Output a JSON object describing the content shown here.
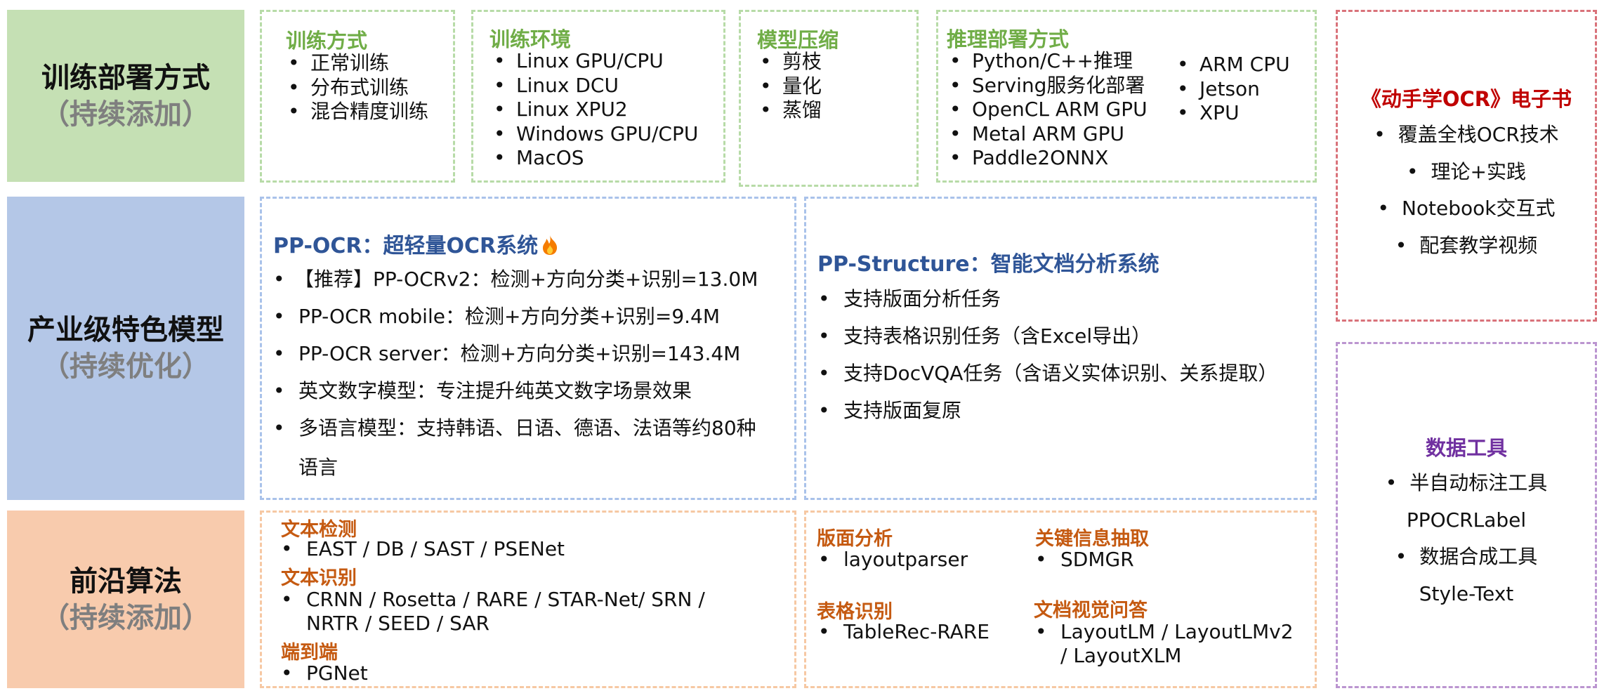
{
  "categories": {
    "deploy": {
      "title": "训练部署方式",
      "note": "（持续添加）",
      "color": "#c5e0b4"
    },
    "industrial": {
      "title": "产业级特色模型",
      "note": "（持续优化）",
      "color": "#b4c7e7"
    },
    "frontier": {
      "title": "前沿算法",
      "note": "（持续添加）",
      "color": "#f8cbad"
    }
  },
  "training_mode": {
    "title": "训练方式",
    "items": [
      "正常训练",
      "分布式训练",
      "混合精度训练"
    ]
  },
  "training_env": {
    "title": "训练环境",
    "items": [
      "Linux GPU/CPU",
      "Linux DCU",
      "Linux XPU2",
      "Windows GPU/CPU",
      "MacOS"
    ]
  },
  "compression": {
    "title": "模型压缩",
    "items": [
      "剪枝",
      "量化",
      "蒸馏"
    ]
  },
  "inference": {
    "title": "推理部署方式",
    "items_left": [
      "Python/C++推理",
      "Serving服务化部署",
      "OpenCL ARM GPU",
      "Metal ARM GPU",
      "Paddle2ONNX"
    ],
    "items_right": [
      "ARM CPU",
      "Jetson",
      "XPU"
    ]
  },
  "pp_ocr": {
    "title": "PP-OCR：超轻量OCR系统",
    "icon": "fire-icon",
    "items": [
      "【推荐】PP-OCRv2：检测+方向分类+识别=13.0M",
      "PP-OCR mobile：检测+方向分类+识别=9.4M",
      "PP-OCR server：检测+方向分类+识别=143.4M",
      "英文数字模型：专注提升纯英文数字场景效果",
      "多语言模型：支持韩语、日语、德语、法语等约80种",
      "语言"
    ]
  },
  "pp_structure": {
    "title": "PP-Structure：智能文档分析系统",
    "items": [
      "支持版面分析任务",
      "支持表格识别任务（含Excel导出）",
      "支持DocVQA任务（含语义实体识别、关系提取）",
      "支持版面复原"
    ]
  },
  "text_detection": {
    "title": "文本检测",
    "items": [
      "EAST / DB / SAST / PSENet"
    ]
  },
  "text_recognition": {
    "title": "文本识别",
    "items": [
      "CRNN / Rosetta / RARE / STAR-Net/ SRN /",
      "NRTR / SEED / SAR"
    ]
  },
  "end_to_end": {
    "title": "端到端",
    "items": [
      "PGNet"
    ]
  },
  "layout_analysis": {
    "title": "版面分析",
    "items": [
      "layoutparser"
    ]
  },
  "table_recognition": {
    "title": "表格识别",
    "items": [
      "TableRec-RARE"
    ]
  },
  "key_info": {
    "title": "关键信息抽取",
    "items": [
      "SDMGR"
    ]
  },
  "doc_vqa": {
    "title": "文档视觉问答",
    "items": [
      "LayoutLM / LayoutLMv2",
      "/ LayoutXLM"
    ]
  },
  "ebook": {
    "title": "《动手学OCR》电子书",
    "items": [
      "覆盖全栈OCR技术",
      "理论+实践",
      "Notebook交互式",
      "配套教学视频"
    ]
  },
  "data_tools": {
    "title": "数据工具",
    "lines": [
      "半自动标注工具",
      "PPOCRLabel",
      "数据合成工具",
      "Style-Text"
    ]
  },
  "colors": {
    "green_border": "#b7dba7",
    "blue_border": "#a9c2ea",
    "orange_border": "#f6c8a3",
    "red_border": "#d9727a",
    "purple_border": "#bb95d0",
    "green_text": "#70ad47",
    "blue_text": "#2f5597",
    "orange_text": "#c55a11",
    "red_text": "#c00000",
    "purple_text": "#7030a0"
  }
}
